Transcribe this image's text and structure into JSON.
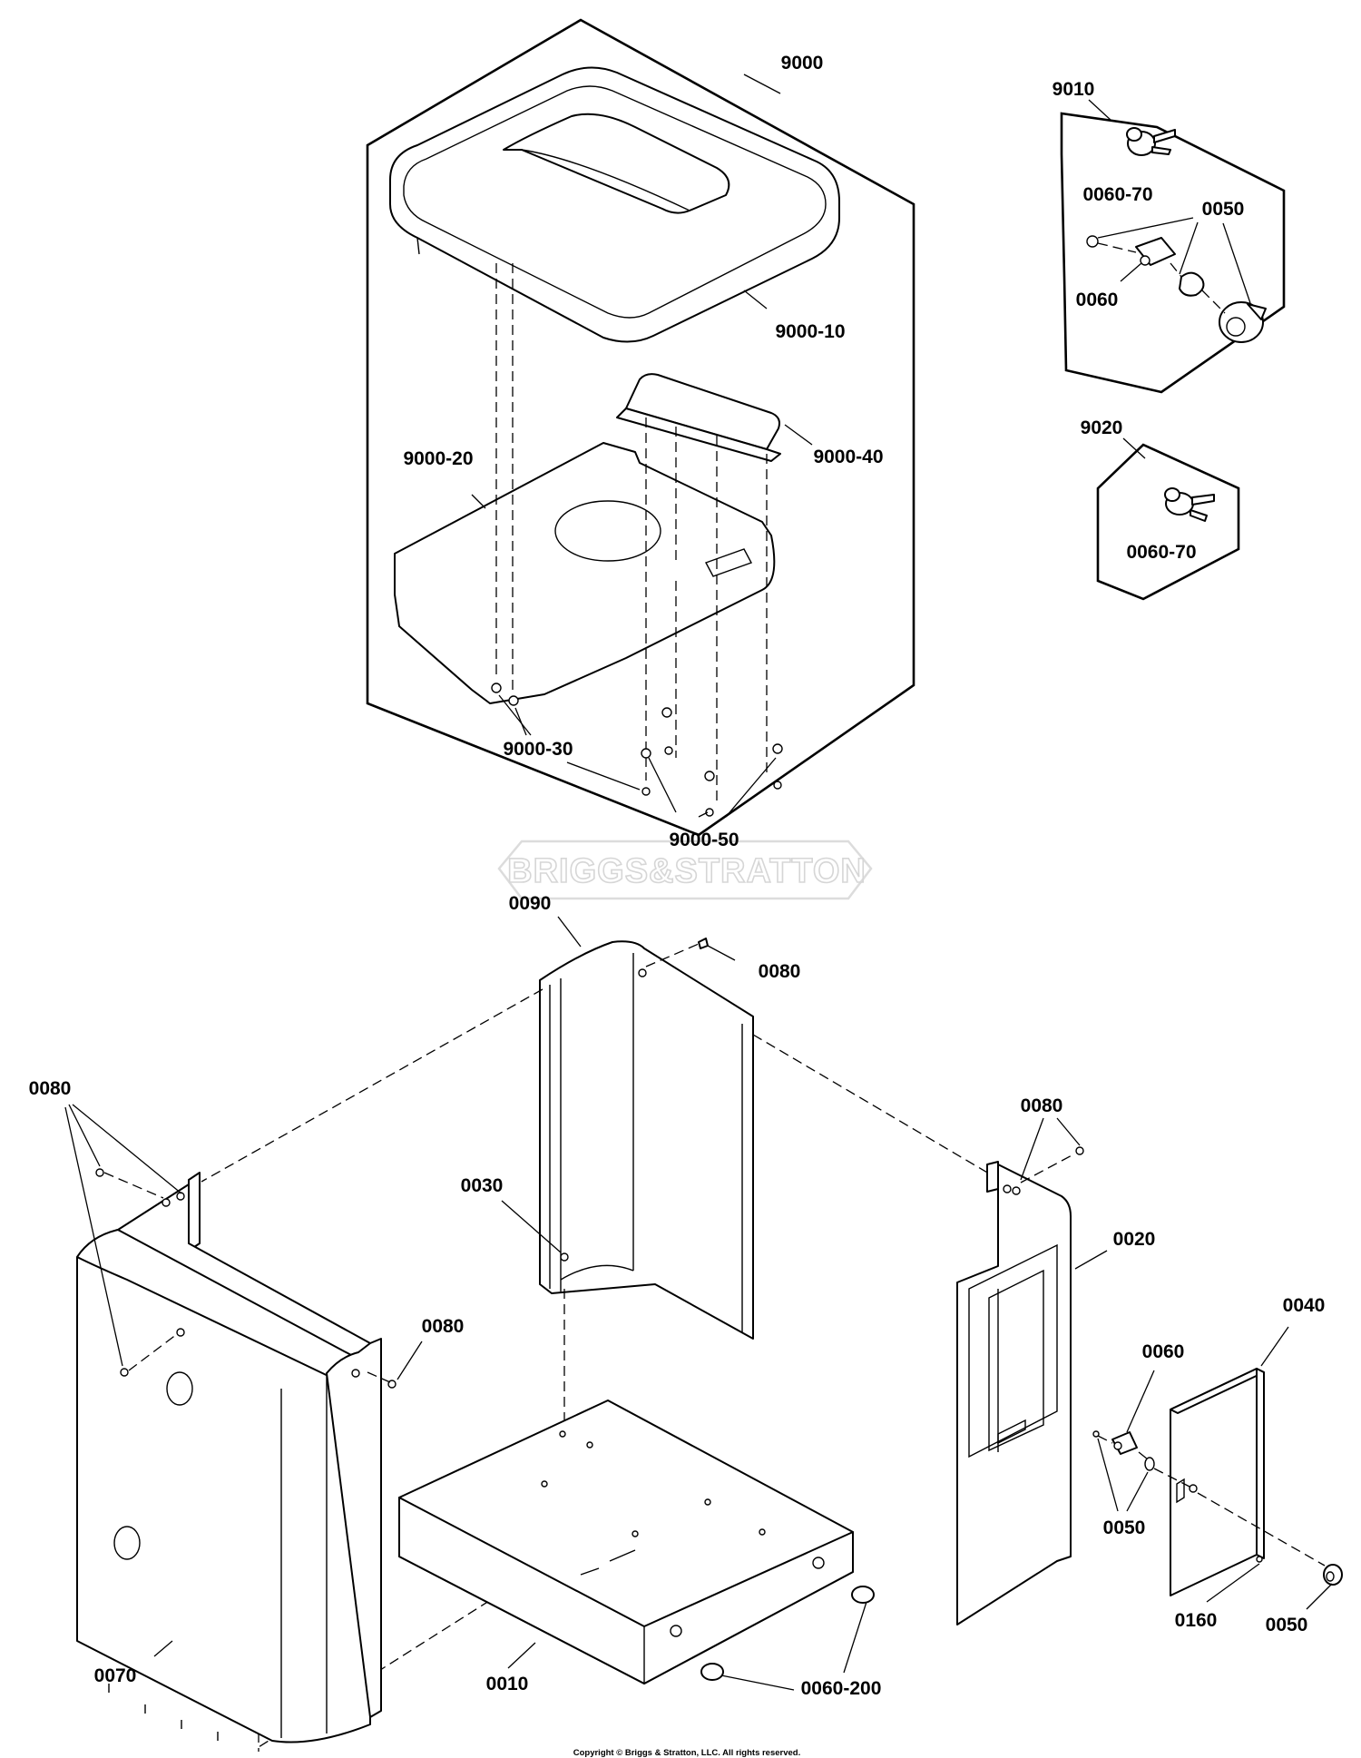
{
  "watermark": "BRIGGS&STRATTON",
  "copyright": "Copyright © Briggs & Stratton, LLC. All rights reserved.",
  "callouts": {
    "c9000": "9000",
    "c9000_10": "9000-10",
    "c9000_20": "9000-20",
    "c9000_30": "9000-30",
    "c9000_40": "9000-40",
    "c9000_50": "9000-50",
    "c9010": "9010",
    "c9010_0060_70": "0060-70",
    "c9010_0050": "0050",
    "c9010_0060": "0060",
    "c9020": "9020",
    "c9020_0060_70": "0060-70",
    "c0090": "0090",
    "c0080_top": "0080",
    "c0080_left": "0080",
    "c0080_right": "0080",
    "c0080_mid": "0080",
    "c0030": "0030",
    "c0020": "0020",
    "c0040": "0040",
    "c0060": "0060",
    "c0050_a": "0050",
    "c0050_b": "0050",
    "c0160": "0160",
    "c0070": "0070",
    "c0010": "0010",
    "c0060_200": "0060-200"
  },
  "icons": [
    "key-lock-icon",
    "latch-icon",
    "cam-lock-icon",
    "bolt-icon",
    "washer-icon",
    "plug-icon"
  ]
}
